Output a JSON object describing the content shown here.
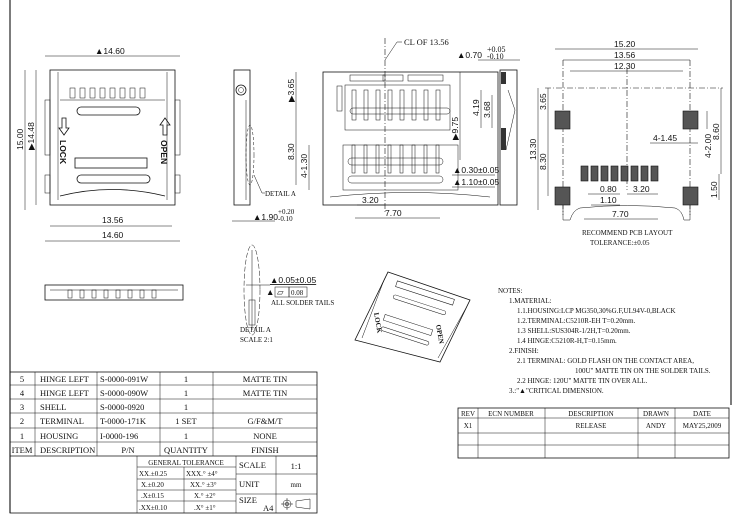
{
  "front_view": {
    "dim_top_width": "▲14.60",
    "dim_bottom_inner": "13.56",
    "dim_bottom_outer": "14.60",
    "dim_height_outer": "15.00",
    "dim_height_inner": "▶14.48",
    "lock_label": "LOCK",
    "open_label": "OPEN"
  },
  "side_view": {
    "detail_callout": "DETAIL A",
    "dim_thickness": "▲1.90",
    "dim_thickness_tol_plus": "+0.20",
    "dim_thickness_tol_minus": "-0.10"
  },
  "middle_view": {
    "centerline_label": "CL OF 13.56",
    "dim_365": "▶3.65",
    "dim_830": "8.30",
    "dim_4_130": "4-1.30",
    "dim_975": "▶9.75",
    "dim_030": "▲0.30±0.05",
    "dim_110": "▲1.10±0.05",
    "dim_320": "3.20",
    "dim_770": "7.70"
  },
  "right_view": {
    "dim_070": "▲0.70",
    "dim_070_tol_plus": "+0.05",
    "dim_070_tol_minus": "-0.10",
    "dim_419": "4.19",
    "dim_368": "3.68"
  },
  "pcb_layout": {
    "dim_1520": "15.20",
    "dim_1356": "13.56",
    "dim_1230": "12.30",
    "dim_1330": "13.30",
    "dim_830": "8.30",
    "dim_365": "3.65",
    "dim_860": "8.60",
    "dim_4_200": "4-2.00",
    "dim_4_145": "4-1.45",
    "dim_150": "1.50",
    "dim_080": "0.80",
    "dim_320": "3.20",
    "dim_110": "1.10",
    "dim_770": "7.70",
    "title": "RECOMMEND PCB LAYOUT",
    "tolerance": "TOLERANCE:±0.05"
  },
  "detail_a": {
    "dim": "▲0.05±0.05",
    "flatness_symbol": "▱",
    "flatness_value": "0.08",
    "flatness_marker": "▲",
    "note": "ALL SOLDER TAILS",
    "title": "DETAIL A",
    "scale": "SCALE 2:1"
  },
  "notes": {
    "heading": "NOTES:",
    "lines": [
      "1.MATERIAL:",
      "1.1.HOUSING:LCP MG350,30%G.F,UL94V-0,BLACK",
      "1.2.TERMINAL:C5210R-EH T=0.20mm.",
      "1.3 SHELL:SUS304R-1/2H,T=0.20mm.",
      "1.4 HINGE:C5210R-H,T=0.15mm.",
      "2.FINISH:",
      "2.1 TERMINAL: GOLD FLASH ON THE CONTACT AREA,",
      "100U\" MATTE TIN ON THE SOLDER TAILS.",
      "2.2  HINGE: 120U\" MATTE TIN OVER ALL.",
      "3.:\"▲\"CRITICAL DIMENSION."
    ]
  },
  "revision_table": {
    "headers": [
      "REV",
      "ECN NUMBER",
      "DESCRIPTION",
      "DRAWN",
      "DATE"
    ],
    "rows": [
      [
        "X1",
        "",
        "RELEASE",
        "ANDY",
        "MAY25,2009"
      ]
    ]
  },
  "bom_table": {
    "headers": [
      "ITEM",
      "DESCRIPTION",
      "P/N",
      "QUANTITY",
      "FINISH"
    ],
    "rows": [
      [
        "5",
        "HINGE LEFT",
        "S-0000-091W",
        "1",
        "MATTE TIN"
      ],
      [
        "4",
        "HINGE LEFT",
        "S-0000-090W",
        "1",
        "MATTE TIN"
      ],
      [
        "3",
        "SHELL",
        "S-0000-0920",
        "1",
        ""
      ],
      [
        "2",
        "TERMINAL",
        "T-0000-171K",
        "1 SET",
        "G/F&M/T"
      ],
      [
        "1",
        "HOUSING",
        "I-0000-196",
        "1",
        "NONE"
      ]
    ]
  },
  "general_tolerance": {
    "title": "GENERAL TOLERANCE",
    "rows": [
      [
        "XX.±0.25",
        "XXX.°  ±4°"
      ],
      [
        "X.±0.20",
        "XX.°  ±3°"
      ],
      [
        ".X±0.15",
        "X.°  ±2°"
      ],
      [
        ".XX±0.10",
        ".X°  ±1°"
      ]
    ]
  },
  "title_block": {
    "scale_label": "SCALE",
    "scale_value": "1:1",
    "unit_label": "UNIT",
    "unit_value": "mm",
    "size_label": "SIZE",
    "size_value": "A4"
  }
}
